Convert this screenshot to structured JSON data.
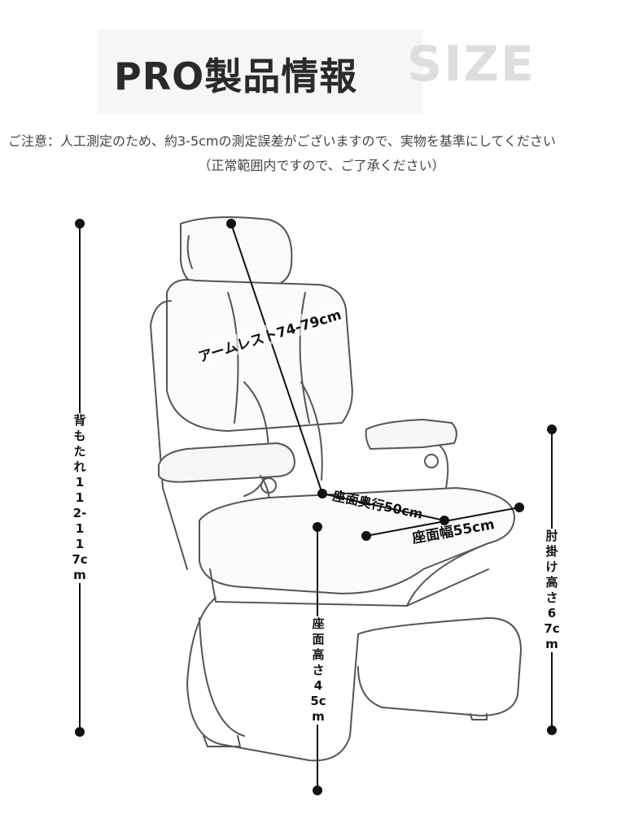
{
  "header": {
    "title": "PRO製品情報",
    "size_word": "SIZE"
  },
  "notice": {
    "line1": "ご注意：人工測定のため、約3-5cmの測定誤差がございますので、実物を基準にしてください",
    "line2": "（正常範囲内ですので、ご了承ください）"
  },
  "dimensions": {
    "armrest": "アームレスト74-79cm",
    "seat_depth": "座面奥行50cm",
    "seat_width": "座面幅55cm",
    "backrest_height": "背もたれ112-117cm",
    "seat_height": "座面高さ45cm",
    "elbow_height": "肘掛け高さ67cm"
  }
}
